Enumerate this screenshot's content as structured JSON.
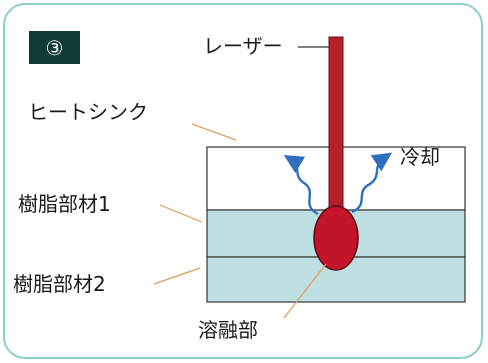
{
  "step_badge": "③",
  "labels": {
    "laser": "レーザー",
    "heat_sink": "ヒートシンク",
    "cooling": "冷却",
    "resin1": "樹脂部材1",
    "resin2": "樹脂部材2",
    "weld": "溶融部"
  },
  "colors": {
    "frame": "#8ccfc4",
    "badge": "#0f3a36",
    "resin": "#bfe0e2",
    "laser": "#b5202b",
    "weld": "#c3142c",
    "arrow": "#2f6fc0",
    "leader": "#e39a5a"
  }
}
